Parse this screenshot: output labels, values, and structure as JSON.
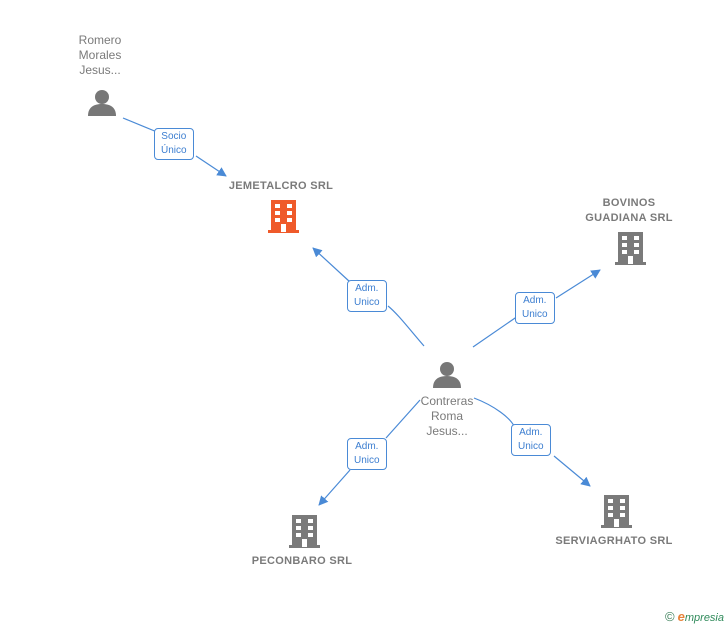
{
  "colors": {
    "edge": "#4a8ad6",
    "person": "#777777",
    "company": "#7a7a7a",
    "company_highlight": "#ef5a2a"
  },
  "nodes": {
    "romero": {
      "label": "Romero\nMorales\nJesus...",
      "type": "person"
    },
    "jemetalcro": {
      "label": "JEMETALCRO SRL",
      "type": "company",
      "highlight": true
    },
    "bovinos": {
      "label": "BOVINOS\nGUADIANA SRL",
      "type": "company"
    },
    "contreras": {
      "label": "Contreras\nRoma\nJesus...",
      "type": "person"
    },
    "peconbaro": {
      "label": "PECONBARO SRL",
      "type": "company"
    },
    "serviagrhato": {
      "label": "SERVIAGRHATO SRL",
      "type": "company"
    }
  },
  "edges": [
    {
      "from": "romero",
      "to": "jemetalcro",
      "label": "Socio\nÚnico"
    },
    {
      "from": "contreras",
      "to": "jemetalcro",
      "label": "Adm.\nUnico"
    },
    {
      "from": "contreras",
      "to": "bovinos",
      "label": "Adm.\nUnico"
    },
    {
      "from": "contreras",
      "to": "peconbaro",
      "label": "Adm.\nUnico"
    },
    {
      "from": "contreras",
      "to": "serviagrhato",
      "label": "Adm.\nUnico"
    }
  ],
  "brand": {
    "copyright": "©",
    "initial": "e",
    "name": "mpresia"
  }
}
